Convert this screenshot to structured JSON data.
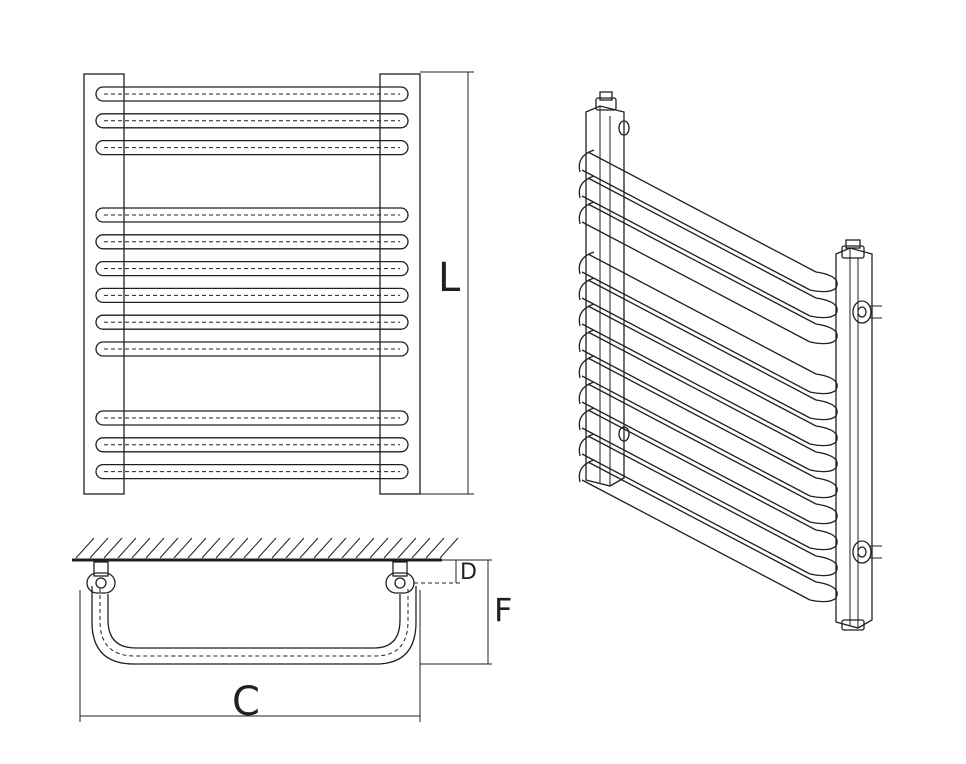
{
  "labels": {
    "L": "L",
    "C": "C",
    "F": "F",
    "D": "D"
  },
  "colors": {
    "line": "#231f20",
    "background": "#ffffff"
  },
  "front_view": {
    "bar_groups": [
      3,
      6,
      3
    ]
  },
  "iso_view": {
    "bar_groups": [
      3,
      6,
      3
    ]
  }
}
